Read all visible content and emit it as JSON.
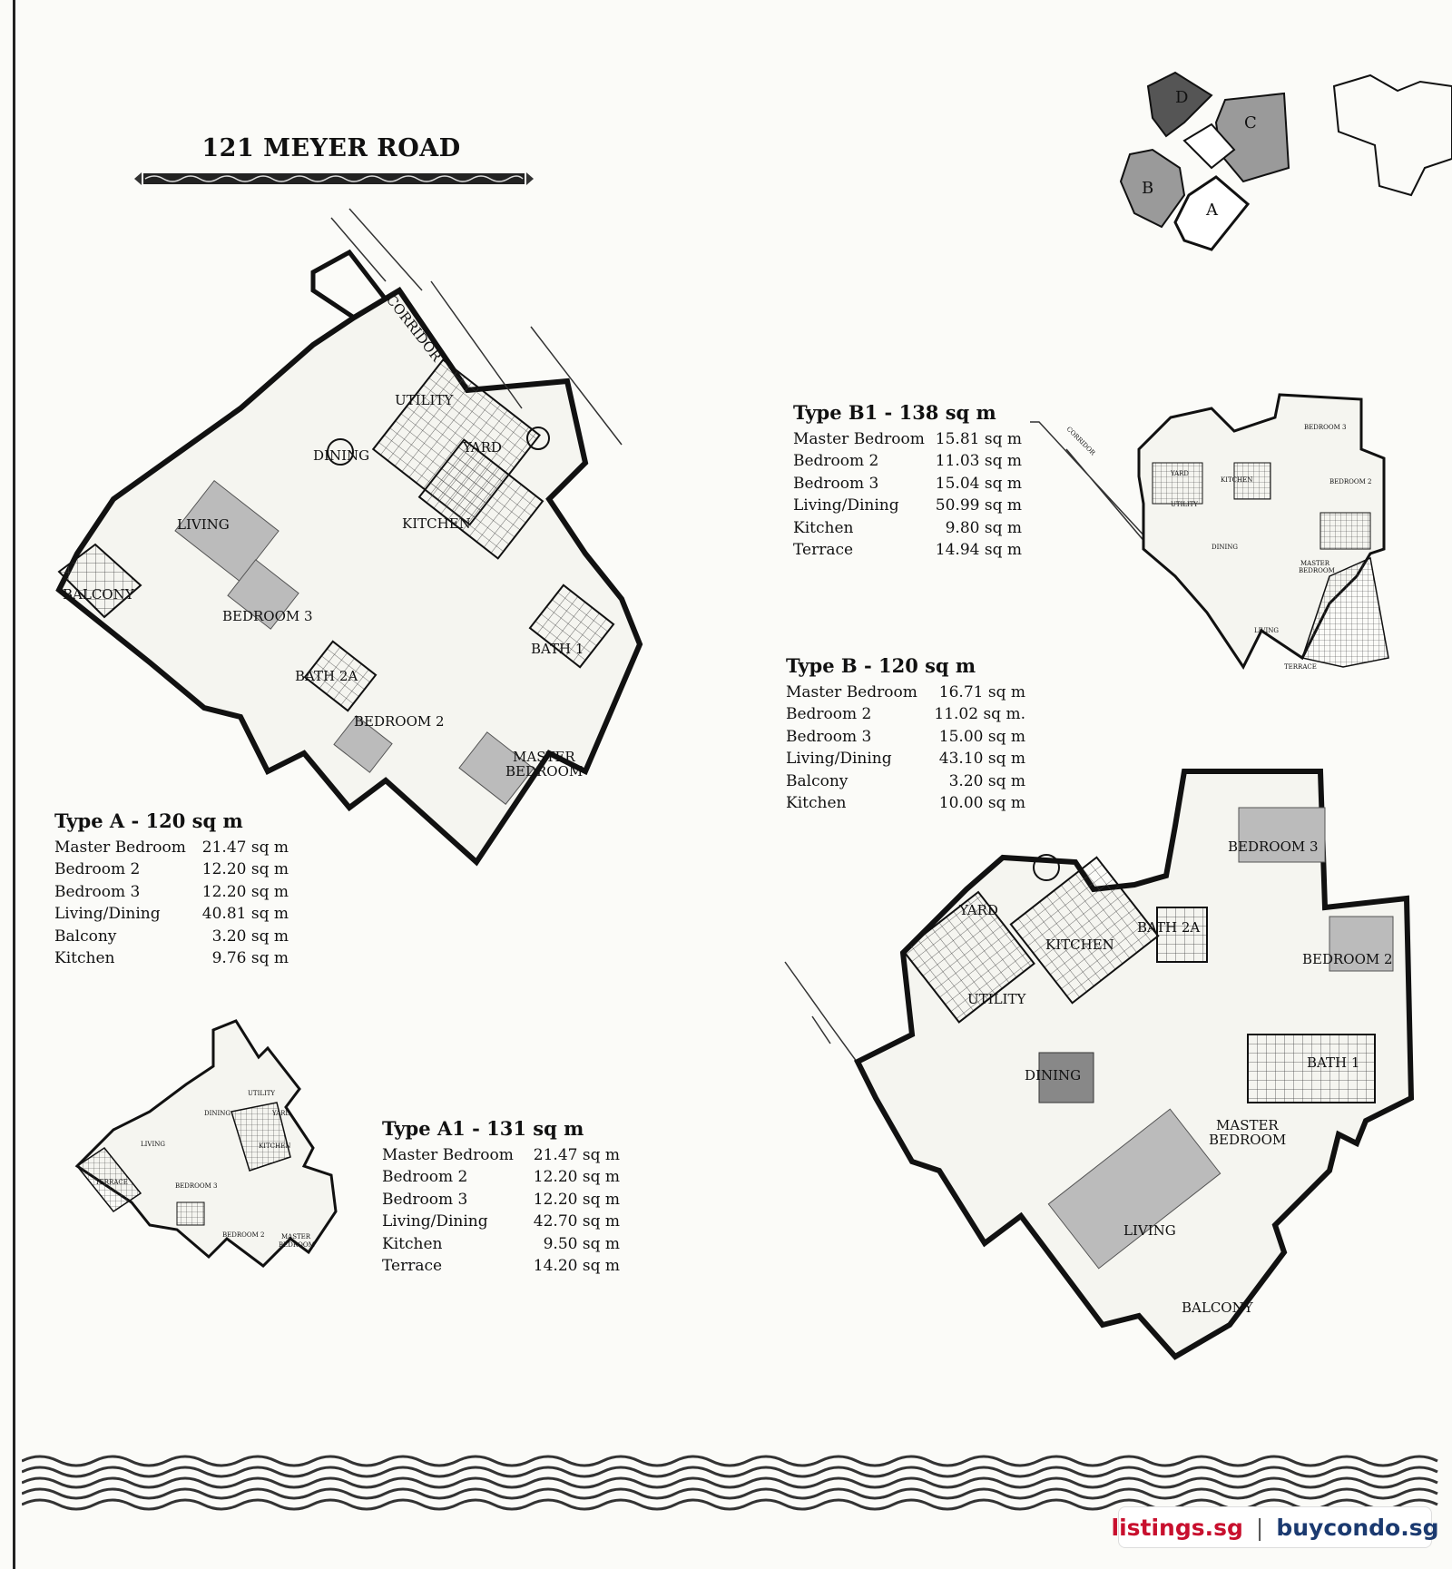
{
  "page": {
    "title": "121 MEYER ROAD"
  },
  "key_plan": {
    "blocks": [
      "D",
      "C",
      "B",
      "A"
    ]
  },
  "units": {
    "type_a": {
      "heading": "Type A - 120 sq m",
      "rows": [
        {
          "room": "Master Bedroom",
          "area": "21.47 sq m"
        },
        {
          "room": "Bedroom 2",
          "area": "12.20 sq m"
        },
        {
          "room": "Bedroom 3",
          "area": "12.20 sq m"
        },
        {
          "room": "Living/Dining",
          "area": "40.81 sq m"
        },
        {
          "room": "Balcony",
          "area": "3.20 sq m"
        },
        {
          "room": "Kitchen",
          "area": "9.76 sq m"
        }
      ]
    },
    "type_a1": {
      "heading": "Type A1 - 131 sq m",
      "rows": [
        {
          "room": "Master Bedroom",
          "area": "21.47 sq m"
        },
        {
          "room": "Bedroom 2",
          "area": "12.20 sq m"
        },
        {
          "room": "Bedroom 3",
          "area": "12.20 sq m"
        },
        {
          "room": "Living/Dining",
          "area": "42.70 sq m"
        },
        {
          "room": "Kitchen",
          "area": "9.50 sq m"
        },
        {
          "room": "Terrace",
          "area": "14.20 sq m"
        }
      ]
    },
    "type_b1": {
      "heading": "Type B1 - 138 sq m",
      "rows": [
        {
          "room": "Master Bedroom",
          "area": "15.81 sq m"
        },
        {
          "room": "Bedroom 2",
          "area": "11.03 sq m"
        },
        {
          "room": "Bedroom 3",
          "area": "15.04 sq m"
        },
        {
          "room": "Living/Dining",
          "area": "50.99 sq m"
        },
        {
          "room": "Kitchen",
          "area": "9.80 sq m"
        },
        {
          "room": "Terrace",
          "area": "14.94 sq m"
        }
      ]
    },
    "type_b": {
      "heading": "Type B - 120 sq m",
      "rows": [
        {
          "room": "Master Bedroom",
          "area": "16.71 sq m"
        },
        {
          "room": "Bedroom 2",
          "area": "11.02 sq m."
        },
        {
          "room": "Bedroom 3",
          "area": "15.00 sq m"
        },
        {
          "room": "Living/Dining",
          "area": "43.10 sq m"
        },
        {
          "room": "Balcony",
          "area": "3.20 sq m"
        },
        {
          "room": "Kitchen",
          "area": "10.00 sq m"
        }
      ]
    }
  },
  "plans": {
    "a": {
      "corridor": "CORRIDOR",
      "utility": "UTILITY",
      "yard": "YARD",
      "dining": "DINING",
      "kitchen": "KITCHEN",
      "living": "LIVING",
      "balcony": "BALCONY",
      "bedroom3": "BEDROOM 3",
      "bath1": "BATH 1",
      "bath2a": "BATH 2A",
      "bedroom2": "BEDROOM 2",
      "master1": "MASTER",
      "master2": "BEDROOM"
    },
    "a1": {
      "utility": "UTILITY",
      "dining": "DINING",
      "yard": "YARD",
      "living": "LIVING",
      "kitchen": "KITCHEN",
      "terrace": "TERRACE",
      "bedroom3": "BEDROOM 3",
      "bedroom2": "BEDROOM 2",
      "master1": "MASTER",
      "master2": "BEDROOM"
    },
    "b1": {
      "corridor": "CORRIDOR",
      "bedroom3": "BEDROOM 3",
      "yard": "YARD",
      "kitchen": "KITCHEN",
      "bedroom2": "BEDROOM 2",
      "utility": "UTILITY",
      "dining": "DINING",
      "master1": "MASTER",
      "master2": "BEDROOM",
      "living": "LIVING",
      "terrace": "TERRACE"
    },
    "b": {
      "bedroom3": "BEDROOM 3",
      "yard": "YARD",
      "kitchen": "KITCHEN",
      "bath2a": "BATH 2A",
      "bedroom2": "BEDROOM 2",
      "utility": "UTILITY",
      "dining": "DINING",
      "bath1": "BATH 1",
      "master1": "MASTER",
      "master2": "BEDROOM",
      "living": "LIVING",
      "balcony": "BALCONY"
    }
  },
  "watermark": {
    "site1": "listings.sg",
    "separator": "|",
    "site2": "buycondo.sg"
  }
}
